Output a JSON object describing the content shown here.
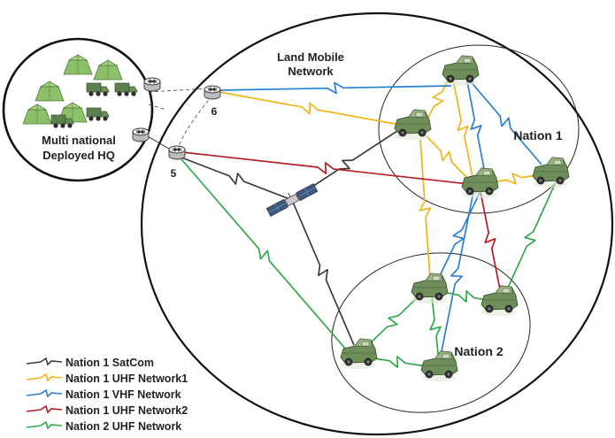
{
  "labels": {
    "land_mobile_line1": "Land Mobile",
    "land_mobile_line2": "Network",
    "hq_line1": "Multi national",
    "hq_line2": "Deployed HQ",
    "nation1": "Nation 1",
    "nation2": "Nation 2",
    "router5": "5",
    "router6": "6"
  },
  "legend": [
    {
      "label": "Nation 1 SatCom",
      "color": "#3c3c3c"
    },
    {
      "label": "Nation 1 UHF Network1",
      "color": "#f2b418"
    },
    {
      "label": "Nation 1 VHF Network",
      "color": "#2a7fd0"
    },
    {
      "label": "Nation 1 UHF Network2",
      "color": "#b31d23"
    },
    {
      "label": "Nation 2 UHF Network",
      "color": "#2eaa4a"
    }
  ],
  "colors": {
    "satcom": "#3c3c3c",
    "uhf1": "#f2b418",
    "vhf": "#2a7fd0",
    "uhf2": "#b31d23",
    "n2uhf": "#2eaa4a",
    "vehicle": "#6f8f5a",
    "tent": "#8cc06a"
  },
  "icons": {
    "router": "router-icon",
    "satellite": "satellite-icon",
    "vehicle": "military-vehicle-icon",
    "tent": "tent-icon",
    "truck": "truck-icon"
  }
}
